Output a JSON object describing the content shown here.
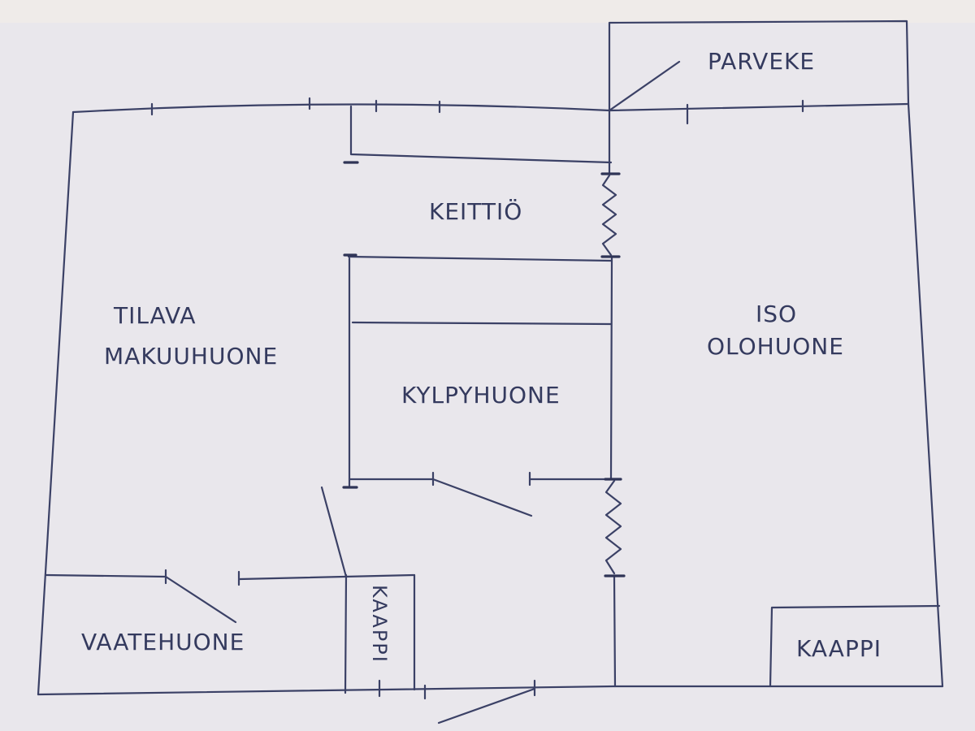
{
  "rooms": {
    "balcony": "PARVEKE",
    "kitchen": "KEITTIÖ",
    "bedroom_line1": "TILAVA",
    "bedroom_line2": "MAKUUHUONE",
    "living_line1": "ISO",
    "living_line2": "OLOHUONE",
    "bathroom": "KYLPYHUONE",
    "walk_in_closet": "VAATEHUONE",
    "closet_small": "KAAPPI",
    "closet_right": "KAAPPI"
  },
  "colors": {
    "paper": "#e9e7ec",
    "ink": "#3b4166"
  }
}
